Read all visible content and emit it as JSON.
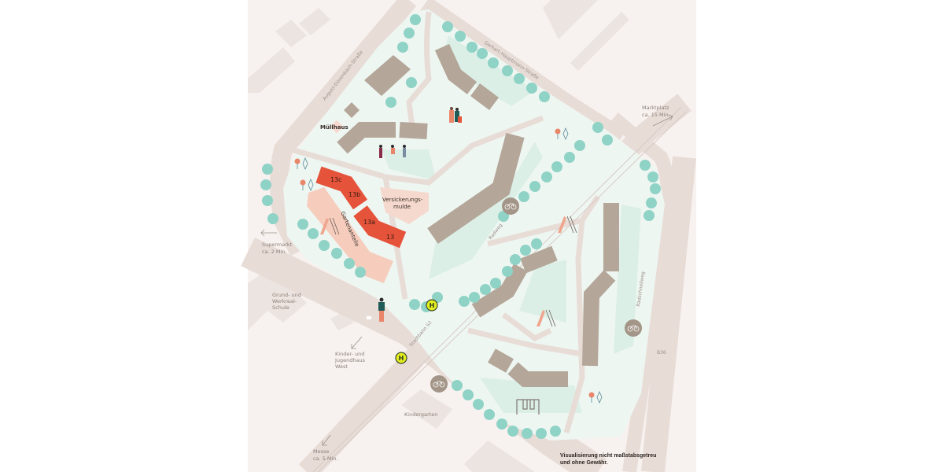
{
  "colors": {
    "background": "#f7f2ef",
    "road": "#e8dcd7",
    "green_area": "#eef6f1",
    "green_patch": "#dcefe6",
    "building": "#b4a699",
    "highlight_building": "#e4533a",
    "garden": "#f6cdbd",
    "tree": "#8fd2c6",
    "bus_stop": "#e4ee1f",
    "bike_badge": "#a39587"
  },
  "streets": {
    "august": "August-Dosenbach-Straße",
    "gerhart": "Gerhart-Hauptmann-Straße",
    "radweg": "Radweg",
    "stadtbahn": "Stadtbahn S2",
    "radschnellweg": "Radschnellweg",
    "b36": "B36"
  },
  "labels": {
    "muellhaus": "Müllhaus",
    "versickerung_1": "Versickerungs-",
    "versickerung_2": "mulde",
    "gartenanteile": "Gartenanteile",
    "kindergarten": "Kindergarten",
    "schule_1": "Grund- und",
    "schule_2": "Werkreal-",
    "schule_3": "Schule",
    "jugendhaus_1": "Kinder- und",
    "jugendhaus_2": "Jugendhaus",
    "jugendhaus_3": "West"
  },
  "buildings": [
    "13c",
    "13b",
    "13a",
    "13"
  ],
  "destinations": {
    "supermarkt": {
      "name": "Supermarkt",
      "time": "ca. 2 Min."
    },
    "marktplatz": {
      "name": "Marktplatz",
      "time": "ca. 15 Min."
    },
    "messe": {
      "name": "Messe",
      "time": "ca. 5 Min."
    }
  },
  "bus_stop_letter": "H",
  "icons": [
    "tree-icon",
    "bus-stop-icon",
    "bicycle-icon",
    "playground-slide-icon",
    "swing-icon",
    "flower-icon",
    "people-icon",
    "dog-walker-icon"
  ],
  "disclaimer": {
    "line1": "Visualisierung nicht maßstabsgetreu",
    "line2": "und ohne Gewähr."
  }
}
